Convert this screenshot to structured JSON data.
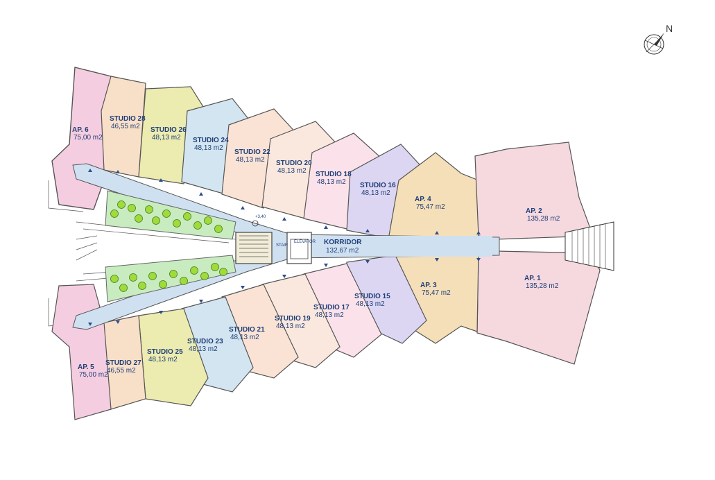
{
  "compass": {
    "letter": "N"
  },
  "corridor": {
    "name": "KORRIDOR",
    "area": "132,67 m2"
  },
  "core": {
    "level": "+3,40",
    "stair": "STAIR",
    "elevator": "ELEVATOR"
  },
  "units": [
    {
      "id": "ap6",
      "name": "AP. 6",
      "area": "75,00 m2",
      "color": "#f5cde0"
    },
    {
      "id": "st28",
      "name": "STUDIO 28",
      "area": "46,55 m2",
      "color": "#f8dfc8"
    },
    {
      "id": "st26",
      "name": "STUDIO 26",
      "area": "48,13 m2",
      "color": "#ecebb0"
    },
    {
      "id": "st24",
      "name": "STUDIO 24",
      "area": "48,13 m2",
      "color": "#d3e5f0"
    },
    {
      "id": "st22",
      "name": "STUDIO 22",
      "area": "48,13 m2",
      "color": "#fae3d5"
    },
    {
      "id": "st20",
      "name": "STUDIO 20",
      "area": "48,13 m2",
      "color": "#fae8de"
    },
    {
      "id": "st18",
      "name": "STUDIO 18",
      "area": "48,13 m2",
      "color": "#fbe2ea"
    },
    {
      "id": "st16",
      "name": "STUDIO 16",
      "area": "48,13 m2",
      "color": "#dcd6f2"
    },
    {
      "id": "ap4",
      "name": "AP. 4",
      "area": "75,47 m2",
      "color": "#f5dfb8"
    },
    {
      "id": "ap2",
      "name": "AP. 2",
      "area": "135,28 m2",
      "color": "#f6d8df"
    },
    {
      "id": "ap1",
      "name": "AP. 1",
      "area": "135,28 m2",
      "color": "#f6d8df"
    },
    {
      "id": "ap3",
      "name": "AP. 3",
      "area": "75,47 m2",
      "color": "#f5dfb8"
    },
    {
      "id": "st15",
      "name": "STUDIO 15",
      "area": "48,13 m2",
      "color": "#dcd6f2"
    },
    {
      "id": "st17",
      "name": "STUDIO 17",
      "area": "48,13 m2",
      "color": "#fbe2ea"
    },
    {
      "id": "st19",
      "name": "STUDIO 19",
      "area": "48,13 m2",
      "color": "#fae8de"
    },
    {
      "id": "st21",
      "name": "STUDIO 21",
      "area": "48,13 m2",
      "color": "#fae3d5"
    },
    {
      "id": "st23",
      "name": "STUDIO 23",
      "area": "48,13 m2",
      "color": "#d3e5f0"
    },
    {
      "id": "st25",
      "name": "STUDIO 25",
      "area": "48,13 m2",
      "color": "#ecebb0"
    },
    {
      "id": "st27",
      "name": "STUDIO 27",
      "area": "46,55 m2",
      "color": "#f8dfc8"
    },
    {
      "id": "ap5",
      "name": "AP. 5",
      "area": "75,00 m2",
      "color": "#f5cde0"
    }
  ]
}
